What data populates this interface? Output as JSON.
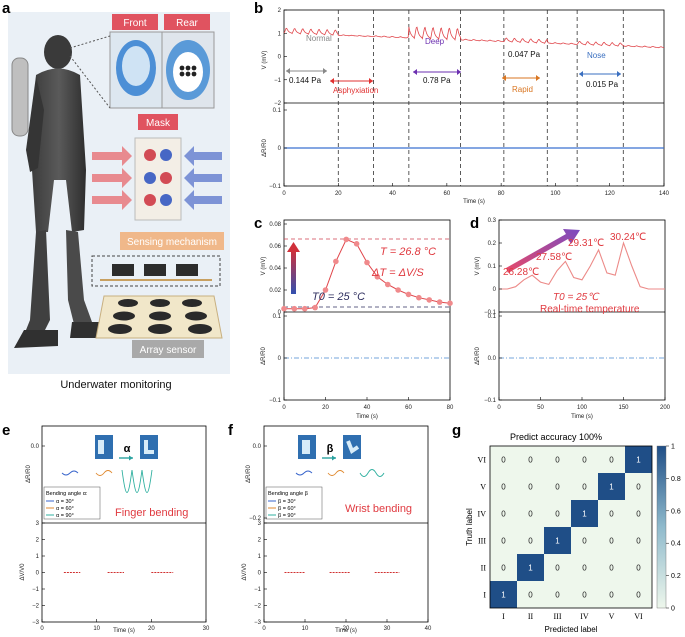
{
  "panels": {
    "a": {
      "letter": "a",
      "front_label": "Front",
      "rear_label": "Rear",
      "mask_label": "Mask",
      "mechanism_label": "Sensing mechanism",
      "array_label": "Array sensor",
      "caption": "Underwater monitoring"
    },
    "b": {
      "letter": "b",
      "ylabel_top": "V (mV)",
      "ylabel_bottom": "ΔR/R0",
      "xlabel": "Time (s)",
      "annotations": {
        "normal": "Normal",
        "p_normal": "0.144 Pa",
        "asphyxiation": "Asphyxiation",
        "deep": "Deep",
        "p_deep": "0.78 Pa",
        "p_rapid": "0.047 Pa",
        "rapid": "Rapid",
        "nose": "Nose",
        "p_nose": "0.015 Pa"
      },
      "colors": {
        "normal": "#888888",
        "asphyxiation": "#e03030",
        "deep": "#6b2fb0",
        "rapid": "#d97520",
        "nose": "#3a6fc0"
      }
    },
    "c": {
      "letter": "c",
      "ylabel_top": "V (mV)",
      "ylabel_bottom": "ΔR/R0",
      "xlabel": "Time (s)",
      "t_high": "T = 26.8 °C",
      "t_low": "T0 = 25 °C",
      "delta": "ΔT = ΔV/S"
    },
    "d": {
      "letter": "d",
      "ylabel_top": "V (mV)",
      "ylabel_bottom": "ΔR/R0",
      "xlabel": "Time (s)",
      "temps": [
        "26.28℃",
        "27.58℃",
        "29.31℃",
        "30.24℃"
      ],
      "t0": "T0 = 25℃",
      "caption": "Real-time temperature"
    },
    "e": {
      "letter": "e",
      "symbol": "α",
      "legend_title": "Bending angle α:",
      "legend": [
        "α = 30°",
        "α = 60°",
        "α = 90°"
      ],
      "caption": "Finger bending",
      "ylabel_top": "ΔR/R0",
      "ylabel_bottom": "ΔV/V0",
      "xlabel": "Time (s)"
    },
    "f": {
      "letter": "f",
      "symbol": "β",
      "legend_title": "Bending angle β",
      "legend": [
        "β = 30°",
        "β = 60°",
        "β = 90°"
      ],
      "caption": "Wrist bending",
      "ylabel_top": "ΔR/R0",
      "ylabel_bottom": "ΔV/V0",
      "xlabel": "Time (s)"
    },
    "g": {
      "letter": "g",
      "title": "Predict accuracy 100%",
      "xlabel": "Predicted label",
      "ylabel": "Truth label",
      "colorbar_ticks": [
        "1",
        "0.8",
        "0.6",
        "0.4",
        "0.2",
        "0"
      ]
    }
  },
  "chart_data": [
    {
      "type": "line",
      "panel": "b-top",
      "xlabel": "Time (s)",
      "ylabel": "V (mV)",
      "xlim": [
        0,
        140
      ],
      "ylim": [
        -2,
        2
      ],
      "x_ticks": [
        0,
        20,
        40,
        60,
        80,
        100,
        120,
        140
      ],
      "y_ticks": [
        -2,
        -1,
        0,
        1,
        2
      ],
      "segments": [
        {
          "name": "Normal",
          "x": [
            0,
            20
          ],
          "amplitude": 0.144
        },
        {
          "name": "Asphyxiation",
          "x": [
            20,
            33
          ],
          "amplitude": 0
        },
        {
          "name": "Deep",
          "x": [
            46,
            65
          ],
          "amplitude": 0.78
        },
        {
          "name": "Rapid",
          "x": [
            81,
            97
          ],
          "amplitude": 0.047
        },
        {
          "name": "Nose",
          "x": [
            108,
            125
          ],
          "amplitude": 0.015
        }
      ],
      "dividers": [
        20,
        33,
        46,
        65,
        81,
        97,
        108,
        125
      ]
    },
    {
      "type": "line",
      "panel": "b-bottom",
      "xlabel": "Time (s)",
      "ylabel": "ΔR/R0",
      "xlim": [
        0,
        140
      ],
      "ylim": [
        -0.1,
        0.1
      ],
      "y_ticks": [
        -0.1,
        0.0,
        0.1
      ],
      "x": [
        0,
        140
      ],
      "y": [
        0,
        0
      ]
    },
    {
      "type": "scatter",
      "panel": "c-top",
      "xlabel": "Time (s)",
      "ylabel": "V (mV)",
      "xlim": [
        0,
        80
      ],
      "ylim": [
        0,
        0.08
      ],
      "x_ticks": [
        0,
        20,
        40,
        60,
        80
      ],
      "y_ticks": [
        0,
        0.02,
        0.04,
        0.06,
        0.08
      ],
      "x": [
        0,
        5,
        10,
        15,
        20,
        25,
        30,
        35,
        40,
        45,
        50,
        55,
        60,
        65,
        70,
        75,
        80
      ],
      "y": [
        0.003,
        0.003,
        0.003,
        0.004,
        0.02,
        0.046,
        0.066,
        0.062,
        0.045,
        0.032,
        0.025,
        0.02,
        0.016,
        0.013,
        0.011,
        0.009,
        0.008
      ]
    },
    {
      "type": "line",
      "panel": "c-bottom",
      "xlabel": "Time (s)",
      "ylabel": "ΔR/R0",
      "xlim": [
        0,
        80
      ],
      "ylim": [
        -0.1,
        0.1
      ],
      "x": [
        0,
        80
      ],
      "y": [
        0,
        0
      ]
    },
    {
      "type": "line",
      "panel": "d-top",
      "xlabel": "Time (s)",
      "ylabel": "V (mV)",
      "xlim": [
        0,
        200
      ],
      "ylim": [
        -0.1,
        0.3
      ],
      "x_ticks": [
        0,
        50,
        100,
        150,
        200
      ],
      "y_ticks": [
        -0.1,
        0.0,
        0.1,
        0.2,
        0.3
      ],
      "x": [
        0,
        10,
        20,
        30,
        40,
        50,
        60,
        70,
        80,
        90,
        100,
        110,
        120,
        130,
        140,
        150,
        160,
        170,
        180,
        190,
        200
      ],
      "y": [
        0.0,
        0.0,
        0.01,
        0.04,
        0.06,
        0.03,
        0.02,
        0.08,
        0.12,
        0.05,
        0.04,
        0.1,
        0.17,
        0.07,
        0.06,
        0.2,
        0.1,
        0.01,
        0.0,
        0.0,
        0.0
      ]
    },
    {
      "type": "line",
      "panel": "d-bottom",
      "xlabel": "Time (s)",
      "ylabel": "ΔR/R0",
      "xlim": [
        0,
        200
      ],
      "ylim": [
        -0.1,
        0.1
      ],
      "x": [
        0,
        200
      ],
      "y": [
        0,
        0
      ]
    },
    {
      "type": "line",
      "panel": "e-bottom",
      "xlabel": "Time (s)",
      "ylabel": "ΔV/V0",
      "xlim": [
        0,
        30
      ],
      "ylim": [
        -3,
        3
      ],
      "x_ticks": [
        0,
        10,
        20,
        30
      ],
      "y_ticks": [
        -3,
        -2,
        -1,
        0,
        1,
        2,
        3
      ],
      "series": [
        {
          "name": "α = 30°",
          "x": [
            4,
            7
          ],
          "y": [
            0,
            0
          ]
        },
        {
          "name": "α = 60°",
          "x": [
            12,
            15
          ],
          "y": [
            0,
            0
          ]
        },
        {
          "name": "α = 90°",
          "x": [
            20,
            24
          ],
          "y": [
            0,
            0
          ]
        }
      ]
    },
    {
      "type": "line",
      "panel": "f-bottom",
      "xlabel": "Time (s)",
      "ylabel": "ΔV/V0",
      "xlim": [
        0,
        40
      ],
      "ylim": [
        -3,
        3
      ],
      "x_ticks": [
        0,
        10,
        20,
        30,
        40
      ],
      "y_ticks": [
        -3,
        -2,
        -1,
        0,
        1,
        2,
        3
      ],
      "series": [
        {
          "name": "β = 30°",
          "x": [
            5,
            10
          ],
          "y": [
            0,
            0
          ]
        },
        {
          "name": "β = 60°",
          "x": [
            16,
            21
          ],
          "y": [
            0,
            0
          ]
        },
        {
          "name": "β = 90°",
          "x": [
            27,
            33
          ],
          "y": [
            0,
            0
          ]
        }
      ]
    },
    {
      "type": "heatmap",
      "panel": "g",
      "title": "Predict accuracy 100%",
      "xlabel": "Predicted label",
      "ylabel": "Truth label",
      "x_labels": [
        "I",
        "II",
        "III",
        "IV",
        "V",
        "VI"
      ],
      "y_labels": [
        "VI",
        "V",
        "IV",
        "III",
        "II",
        "I"
      ],
      "values": [
        [
          0,
          0,
          0,
          0,
          0,
          1
        ],
        [
          0,
          0,
          0,
          0,
          1,
          0
        ],
        [
          0,
          0,
          0,
          1,
          0,
          0
        ],
        [
          0,
          0,
          1,
          0,
          0,
          0
        ],
        [
          0,
          1,
          0,
          0,
          0,
          0
        ],
        [
          1,
          0,
          0,
          0,
          0,
          0
        ]
      ],
      "colorbar_range": [
        0,
        1
      ]
    }
  ]
}
